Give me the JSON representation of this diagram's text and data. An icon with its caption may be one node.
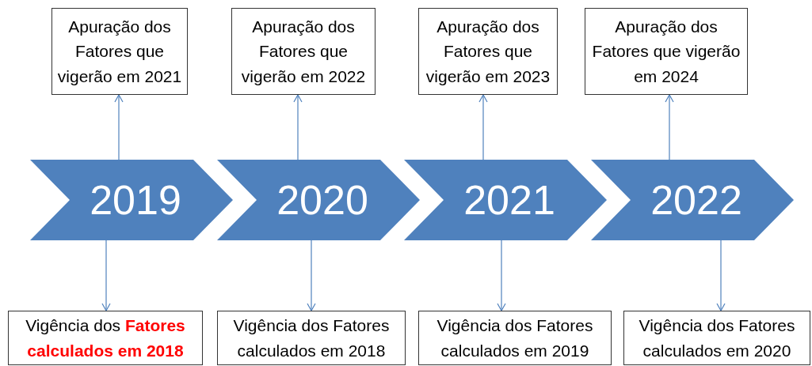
{
  "diagram": {
    "nodes": [
      {
        "text": [
          "Apuração dos Fatores que vigerão em 2021"
        ]
      },
      {
        "text": [
          "Apuração dos Fatores que vigerão em 2022"
        ]
      },
      {
        "text": [
          "Apuração dos Fatores que vigerão em 2023"
        ]
      },
      {
        "text": [
          "Apuração dos Fatores que vigerão em 2024"
        ]
      },
      {
        "text": [
          "2019"
        ]
      },
      {
        "text": [
          "2020"
        ]
      },
      {
        "text": [
          "2021"
        ]
      },
      {
        "text": [
          "2022"
        ]
      },
      {
        "text": [
          "Vigência dos **Fatores calculados em 2018**"
        ]
      },
      {
        "text": [
          "Vigência dos Fatores calculados em 2018"
        ]
      },
      {
        "text": [
          "Vigência dos Fatores calculados em 2019"
        ]
      },
      {
        "text": [
          "Vigência dos Fatores calculados em 2020"
        ]
      }
    ],
    "edges": [
      {
        "from": 4,
        "to": 0,
        "arrow": "to"
      },
      {
        "from": 4,
        "to": 8,
        "arrow": "to"
      },
      {
        "from": 5,
        "to": 1,
        "arrow": "to"
      },
      {
        "from": 5,
        "to": 9,
        "arrow": "to"
      },
      {
        "from": 6,
        "to": 2,
        "arrow": "to"
      },
      {
        "from": 6,
        "to": 10,
        "arrow": "to"
      },
      {
        "from": 7,
        "to": 3,
        "arrow": "to"
      },
      {
        "from": 7,
        "to": 11,
        "arrow": "to"
      }
    ]
  }
}
